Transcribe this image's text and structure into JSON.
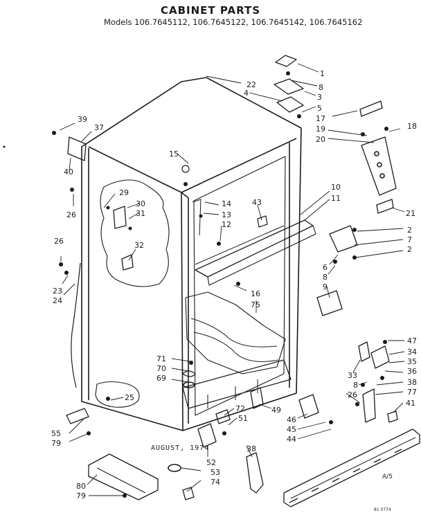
{
  "header": {
    "title": "CABINET PARTS",
    "models": "Models 106.7645112, 106.7645122, 106.7645142, 106.7645162"
  },
  "footer": {
    "date": "AUGUST, 1974",
    "code": "A/5",
    "stamp": "81 0774"
  },
  "callouts": {
    "c1": "1",
    "c8a": "8",
    "c3": "3",
    "c4": "4",
    "c5": "5",
    "c17": "17",
    "c18": "18",
    "c19": "19",
    "c20": "20",
    "c21": "21",
    "c22": "22",
    "c39": "39",
    "c37": "37",
    "c40": "40",
    "c15": "15",
    "c26a": "26",
    "c29": "29",
    "c30": "30",
    "c31": "31",
    "c32": "32",
    "c14": "14",
    "c13": "13",
    "c12": "12",
    "c43": "43",
    "c10": "10",
    "c11": "11",
    "c2a": "2",
    "c7": "7",
    "c2b": "2",
    "c6": "6",
    "c8b": "8",
    "c9": "9",
    "c26b": "26",
    "c23": "23",
    "c24": "24",
    "c16": "16",
    "c75": "75",
    "c71": "71",
    "c70": "70",
    "c69": "69",
    "c25": "25",
    "c47": "47",
    "c34": "34",
    "c35": "35",
    "c33": "33",
    "c36": "36",
    "c8c": "8",
    "c38a": "38",
    "c26c": "26",
    "c77": "77",
    "c41": "41",
    "c49": "49",
    "c72": "72",
    "c51": "51",
    "c46": "46",
    "c45": "45",
    "c44": "44",
    "c38b": "38",
    "c55": "55",
    "c79a": "79",
    "c52": "52",
    "c53": "53",
    "c74": "74",
    "c80": "80",
    "c79b": "79"
  }
}
